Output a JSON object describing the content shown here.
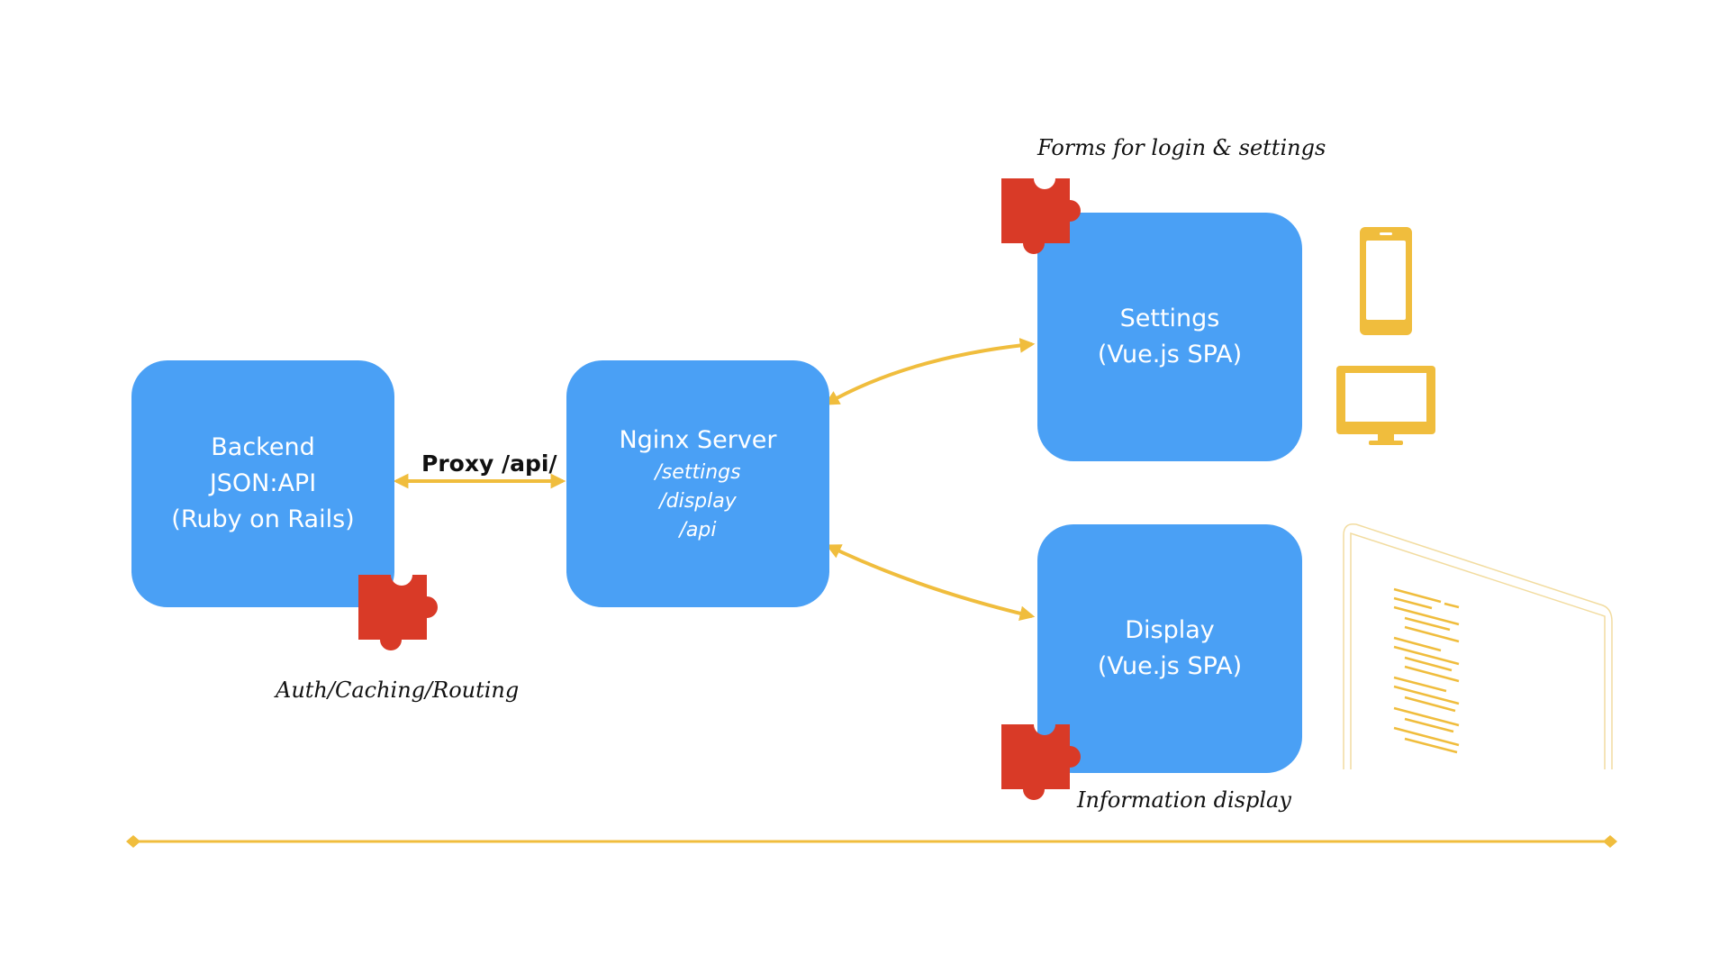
{
  "colors": {
    "box": "#4aa0f5",
    "arrow": "#f0bd3d",
    "puzzle": "#d93a27",
    "device": "#f0bd3d",
    "device_outline": "#f2dca0"
  },
  "nodes": {
    "backend": {
      "line1": "Backend",
      "line2": "JSON:API",
      "line3": "(Ruby on Rails)"
    },
    "nginx": {
      "title": "Nginx Server",
      "route1": "/settings",
      "route2": "/display",
      "route3": "/api"
    },
    "settings": {
      "line1": "Settings",
      "line2": "(Vue.js SPA)"
    },
    "display": {
      "line1": "Display",
      "line2": "(Vue.js SPA)"
    }
  },
  "edges": {
    "proxy_label": "Proxy /api/"
  },
  "captions": {
    "backend": "Auth/Caching/Routing",
    "settings": "Forms for login & settings",
    "display": "Information display"
  },
  "icons": {
    "puzzle": "puzzle-piece-icon",
    "phone": "smartphone-icon",
    "monitor": "monitor-icon",
    "screen": "tall-display-screen-icon"
  }
}
